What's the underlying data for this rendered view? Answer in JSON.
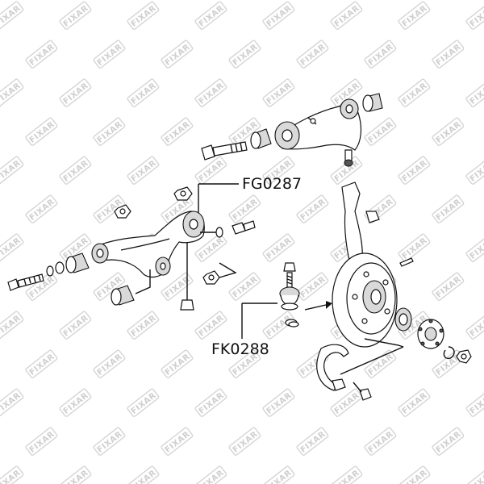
{
  "labels": {
    "upper_ref": "FG0287",
    "lower_ref": "FK0288"
  },
  "watermark": {
    "brand": "FIXAR"
  },
  "colors": {
    "line": "#111111",
    "watermark": "#cfcfcf",
    "logo_bg": "#d5d5d5"
  }
}
